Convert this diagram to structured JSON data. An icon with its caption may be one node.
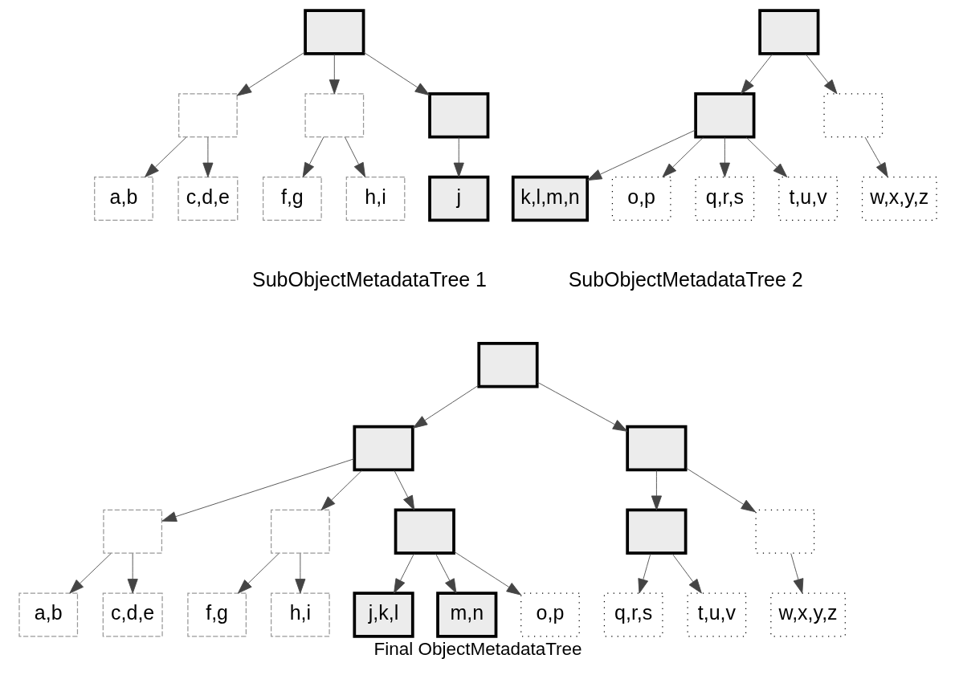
{
  "diagram": {
    "caption": "Final ObjectMetadataTree",
    "nodes": [
      {
        "text": [],
        "shape": "box"
      },
      {
        "text": [],
        "shape": "box"
      },
      {
        "text": [],
        "shape": "box"
      },
      {
        "text": [],
        "shape": "box"
      },
      {
        "text": [
          "a,b"
        ]
      },
      {
        "text": [
          "c,d,e"
        ]
      },
      {
        "text": [
          "f,g"
        ]
      },
      {
        "text": [
          "h,i"
        ]
      },
      {
        "text": [
          "j"
        ]
      },
      {
        "text": [],
        "shape": "box"
      },
      {
        "text": [],
        "shape": "box"
      },
      {
        "text": [],
        "shape": "box"
      },
      {
        "text": [
          "k,l,m,n"
        ]
      },
      {
        "text": [
          "o,p"
        ]
      },
      {
        "text": [
          "q,r,s"
        ]
      },
      {
        "text": [
          "t,u,v"
        ]
      },
      {
        "text": [
          "w,x,y,z"
        ]
      },
      {
        "text": [],
        "shape": "box"
      },
      {
        "text": [],
        "shape": "box"
      },
      {
        "text": [],
        "shape": "box"
      },
      {
        "text": [],
        "shape": "box"
      },
      {
        "text": [],
        "shape": "box"
      },
      {
        "text": [],
        "shape": "box"
      },
      {
        "text": [],
        "shape": "box"
      },
      {
        "text": [],
        "shape": "box"
      },
      {
        "text": [
          "a,b"
        ]
      },
      {
        "text": [
          "c,d,e"
        ]
      },
      {
        "text": [
          "f,g"
        ]
      },
      {
        "text": [
          "h,i"
        ]
      },
      {
        "text": [
          "j,k,l"
        ]
      },
      {
        "text": [
          "m,n"
        ]
      },
      {
        "text": [
          "o,p"
        ]
      },
      {
        "text": [
          "q,r,s"
        ]
      },
      {
        "text": [
          "t,u,v"
        ]
      },
      {
        "text": [
          "w,x,y,z"
        ]
      }
    ],
    "edges": [
      {
        "from": 0,
        "to": 1,
        "arrow": "to"
      },
      {
        "from": 0,
        "to": 2,
        "arrow": "to"
      },
      {
        "from": 0,
        "to": 3,
        "arrow": "to"
      },
      {
        "from": 1,
        "to": 4,
        "arrow": "to"
      },
      {
        "from": 1,
        "to": 5,
        "arrow": "to"
      },
      {
        "from": 2,
        "to": 6,
        "arrow": "to"
      },
      {
        "from": 2,
        "to": 7,
        "arrow": "to"
      },
      {
        "from": 3,
        "to": 8,
        "arrow": "to"
      },
      {
        "from": 9,
        "to": 10,
        "arrow": "to"
      },
      {
        "from": 9,
        "to": 11,
        "arrow": "to"
      },
      {
        "from": 10,
        "to": 12,
        "arrow": "to"
      },
      {
        "from": 10,
        "to": 13,
        "arrow": "to"
      },
      {
        "from": 10,
        "to": 14,
        "arrow": "to"
      },
      {
        "from": 10,
        "to": 15,
        "arrow": "to"
      },
      {
        "from": 11,
        "to": 16,
        "arrow": "to"
      },
      {
        "from": 17,
        "to": 18,
        "arrow": "to"
      },
      {
        "from": 17,
        "to": 19,
        "arrow": "to"
      },
      {
        "from": 18,
        "to": 20,
        "arrow": "to"
      },
      {
        "from": 18,
        "to": 21,
        "arrow": "to"
      },
      {
        "from": 18,
        "to": 22,
        "arrow": "to"
      },
      {
        "from": 19,
        "to": 23,
        "arrow": "to"
      },
      {
        "from": 19,
        "to": 24,
        "arrow": "to"
      },
      {
        "from": 20,
        "to": 25,
        "arrow": "to"
      },
      {
        "from": 20,
        "to": 26,
        "arrow": "to"
      },
      {
        "from": 21,
        "to": 27,
        "arrow": "to"
      },
      {
        "from": 21,
        "to": 28,
        "arrow": "to"
      },
      {
        "from": 22,
        "to": 29,
        "arrow": "to"
      },
      {
        "from": 22,
        "to": 30,
        "arrow": "to"
      },
      {
        "from": 22,
        "to": 31,
        "arrow": "to"
      },
      {
        "from": 23,
        "to": 32,
        "arrow": "to"
      },
      {
        "from": 23,
        "to": 33,
        "arrow": "to"
      },
      {
        "from": 24,
        "to": 34,
        "arrow": "to"
      }
    ],
    "labels": [
      "SubObjectMetadataTree 1",
      "SubObjectMetadataTree 2"
    ]
  }
}
